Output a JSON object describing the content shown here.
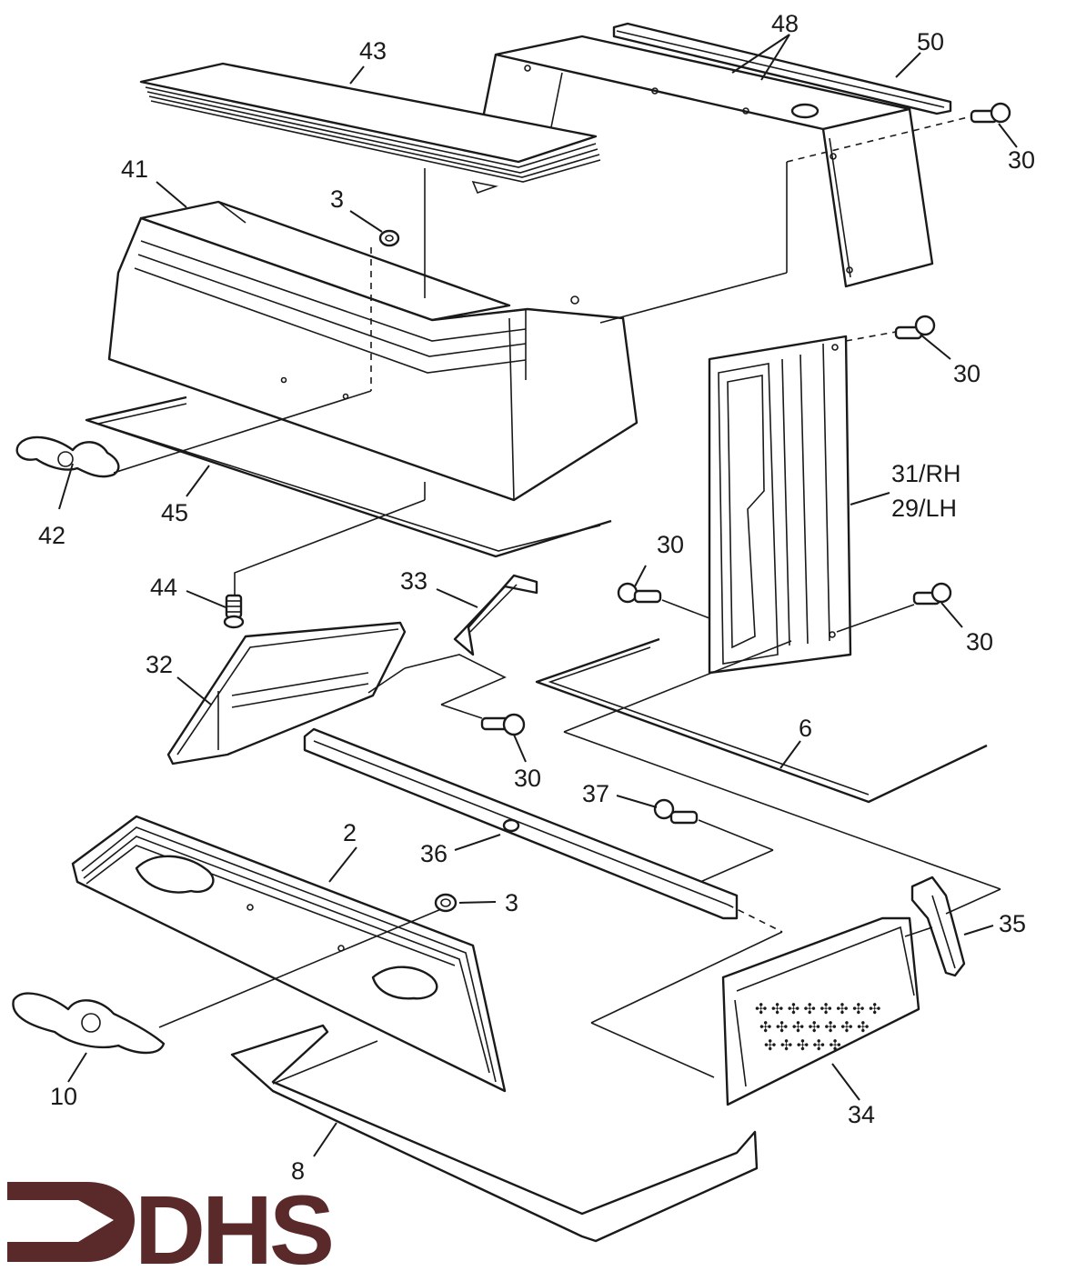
{
  "diagram": {
    "type": "exploded-parts-view",
    "callouts": {
      "p2": "2",
      "p3_top": "3",
      "p3_bottom": "3",
      "p6": "6",
      "p8": "8",
      "p10": "10",
      "p30_a": "30",
      "p30_b": "30",
      "p30_c": "30",
      "p30_d": "30",
      "p30_e": "30",
      "p31_29_line1": "31/RH",
      "p31_29_line2": "29/LH",
      "p32": "32",
      "p33": "33",
      "p34": "34",
      "p35": "35",
      "p36": "36",
      "p37": "37",
      "p41": "41",
      "p42": "42",
      "p43": "43",
      "p44": "44",
      "p45": "45",
      "p48": "48",
      "p50": "50"
    },
    "logo": {
      "text": "DHS",
      "color": "#5a2a2a"
    },
    "colors": {
      "line": "#1a1a1a",
      "background": "#ffffff"
    }
  }
}
